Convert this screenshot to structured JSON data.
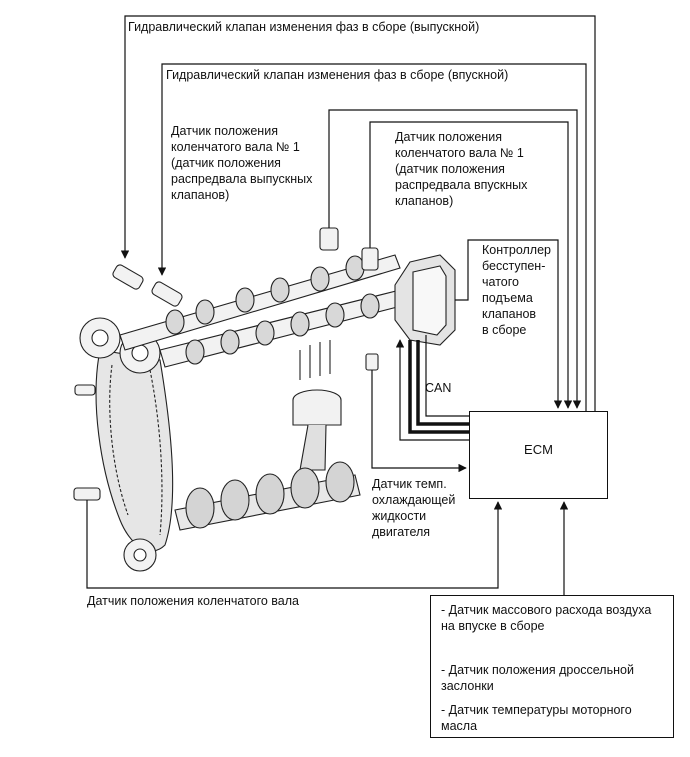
{
  "labels": {
    "ocv_exhaust": "Гидравлический клапан изменения фаз в сборе (выпускной)",
    "ocv_intake": "Гидравлический клапан изменения фаз в сборе (впускной)",
    "cam_sensor_exhaust": [
      "Датчик положения",
      "коленчатого вала № 1",
      "(датчик положения",
      "распредвала выпускных",
      "клапанов)"
    ],
    "cam_sensor_intake": [
      "Датчик положения",
      "коленчатого вала № 1",
      "(датчик положения",
      "распредвала впускных",
      "клапанов)"
    ],
    "valvematic": [
      "Контроллер",
      "бесступен-",
      "чатого",
      "подъема",
      "клапанов",
      "в сборе"
    ],
    "can": "CAN",
    "ecm": "ECM",
    "coolant_sensor": [
      "Датчик темп.",
      "охлаждающей",
      "жидкости",
      "двигателя"
    ],
    "crank_sensor": "Датчик положения коленчатого вала"
  },
  "inputs": [
    [
      "- Датчик массового расхода воздуха",
      "на впуске в сборе"
    ],
    [
      "- Датчик положения дроссельной",
      "заслонки"
    ],
    [
      "- Датчик температуры моторного",
      "масла"
    ]
  ]
}
